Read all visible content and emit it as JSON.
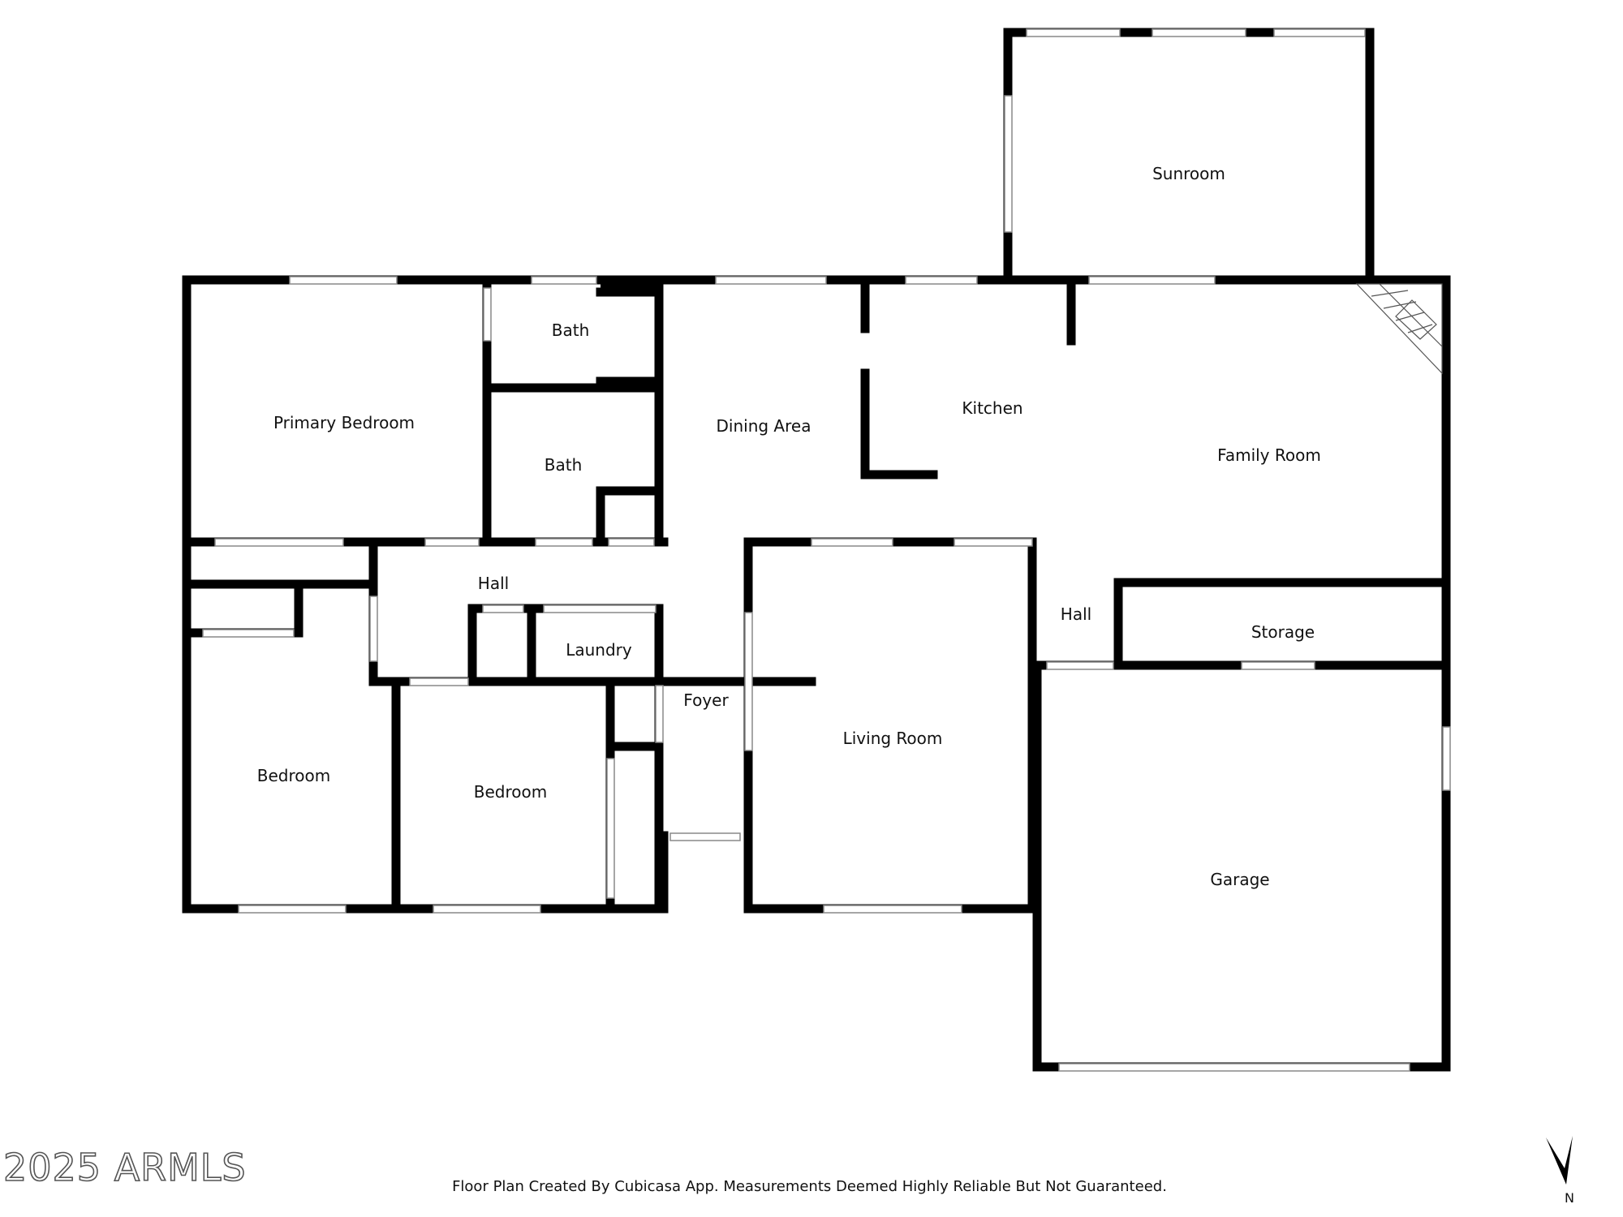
{
  "rooms": {
    "sunroom": "Sunroom",
    "bath_upper": "Bath",
    "primary_bedroom": "Primary Bedroom",
    "bath_lower": "Bath",
    "dining_area": "Dining Area",
    "kitchen": "Kitchen",
    "family_room": "Family Room",
    "hall_left": "Hall",
    "hall_right": "Hall",
    "laundry": "Laundry",
    "storage": "Storage",
    "foyer": "Foyer",
    "bedroom_left": "Bedroom",
    "bedroom_middle": "Bedroom",
    "living_room": "Living Room",
    "garage": "Garage"
  },
  "footer": {
    "watermark": "2025 ARMLS",
    "disclaimer": "Floor Plan Created By Cubicasa App. Measurements Deemed Highly Reliable But Not Guaranteed."
  },
  "compass": {
    "label": "N",
    "icon": "north-arrow-icon"
  },
  "colors": {
    "wall": "#000000",
    "window_fill": "#ffffff",
    "window_stroke": "#888888",
    "background": "#ffffff"
  }
}
